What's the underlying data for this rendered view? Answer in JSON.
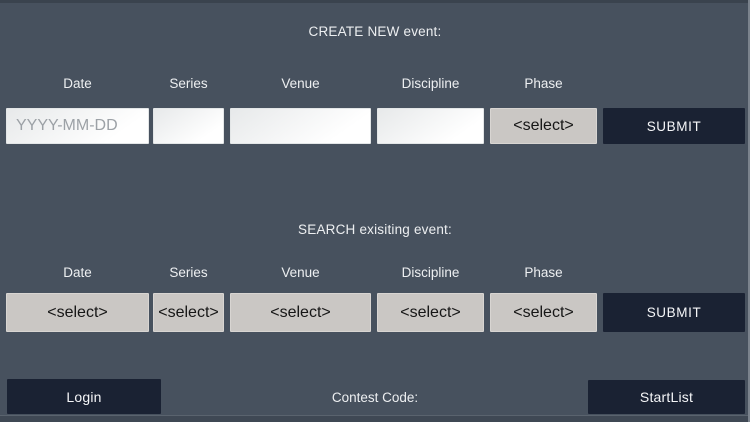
{
  "colors": {
    "background": "#47515E",
    "dark_button": "#1A2233",
    "select_button": "#CAC7C4",
    "text_light": "#EDEFF1",
    "text_dark": "#161616"
  },
  "create_section": {
    "title": "CREATE NEW event:",
    "columns": [
      "Date",
      "Series",
      "Venue",
      "Discipline",
      "Phase"
    ],
    "date_placeholder": "YYYY-MM-DD",
    "date_value": "",
    "series_value": "",
    "venue_value": "",
    "discipline_value": "",
    "phase_select_label": "<select>",
    "submit_label": "SUBMIT"
  },
  "search_section": {
    "title": "SEARCH exisiting event:",
    "columns": [
      "Date",
      "Series",
      "Venue",
      "Discipline",
      "Phase"
    ],
    "select_label": "<select>",
    "submit_label": "SUBMIT"
  },
  "footer": {
    "login_label": "Login",
    "contest_code_label": "Contest Code:",
    "startlist_label": "StartList"
  }
}
